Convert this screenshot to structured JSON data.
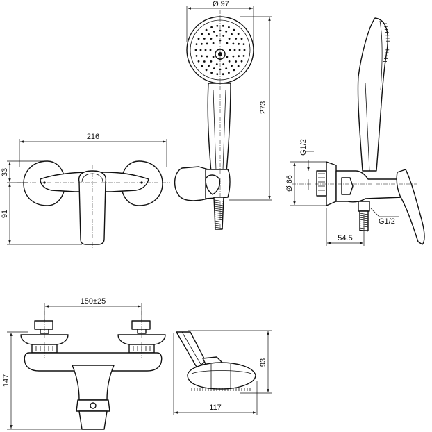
{
  "drawing": {
    "front_view": {
      "width_label": "216",
      "upper_label": "33",
      "lower_label": "91"
    },
    "hand_shower": {
      "diameter_label": "Ø 97",
      "height_label": "273"
    },
    "side_view": {
      "thread_top_label": "G1/2",
      "diameter_label": "Ø 66",
      "thread_bottom_label": "G1/2",
      "depth_label": "54.5"
    },
    "bottom_view": {
      "spacing_label": "150±25",
      "height_label": "147"
    },
    "head_detail": {
      "height_label": "93",
      "width_label": "117"
    }
  }
}
